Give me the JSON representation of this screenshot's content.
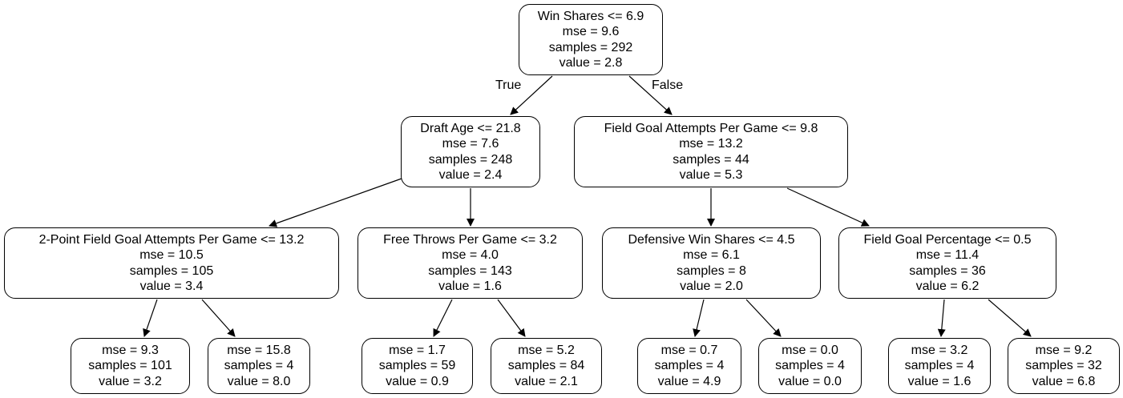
{
  "tree": {
    "root": {
      "condition": "Win Shares <= 6.9",
      "mse": "mse = 9.6",
      "samples": "samples = 292",
      "value": "value = 2.8"
    },
    "edge_labels": {
      "true": "True",
      "false": "False"
    },
    "level1": [
      {
        "condition": "Draft Age <= 21.8",
        "mse": "mse = 7.6",
        "samples": "samples = 248",
        "value": "value = 2.4"
      },
      {
        "condition": "Field Goal Attempts Per Game <= 9.8",
        "mse": "mse = 13.2",
        "samples": "samples = 44",
        "value": "value = 5.3"
      }
    ],
    "level2": [
      {
        "condition": "2-Point Field Goal Attempts Per Game <= 13.2",
        "mse": "mse = 10.5",
        "samples": "samples = 105",
        "value": "value = 3.4"
      },
      {
        "condition": "Free Throws Per Game <= 3.2",
        "mse": "mse = 4.0",
        "samples": "samples = 143",
        "value": "value = 1.6"
      },
      {
        "condition": "Defensive Win Shares <= 4.5",
        "mse": "mse = 6.1",
        "samples": "samples = 8",
        "value": "value = 2.0"
      },
      {
        "condition": "Field Goal Percentage <= 0.5",
        "mse": "mse = 11.4",
        "samples": "samples = 36",
        "value": "value = 6.2"
      }
    ],
    "leaves": [
      {
        "mse": "mse = 9.3",
        "samples": "samples = 101",
        "value": "value = 3.2"
      },
      {
        "mse": "mse = 15.8",
        "samples": "samples = 4",
        "value": "value = 8.0"
      },
      {
        "mse": "mse = 1.7",
        "samples": "samples = 59",
        "value": "value = 0.9"
      },
      {
        "mse": "mse = 5.2",
        "samples": "samples = 84",
        "value": "value = 2.1"
      },
      {
        "mse": "mse = 0.7",
        "samples": "samples = 4",
        "value": "value = 4.9"
      },
      {
        "mse": "mse = 0.0",
        "samples": "samples = 4",
        "value": "value = 0.0"
      },
      {
        "mse": "mse = 3.2",
        "samples": "samples = 4",
        "value": "value = 1.6"
      },
      {
        "mse": "mse = 9.2",
        "samples": "samples = 32",
        "value": "value = 6.8"
      }
    ]
  }
}
